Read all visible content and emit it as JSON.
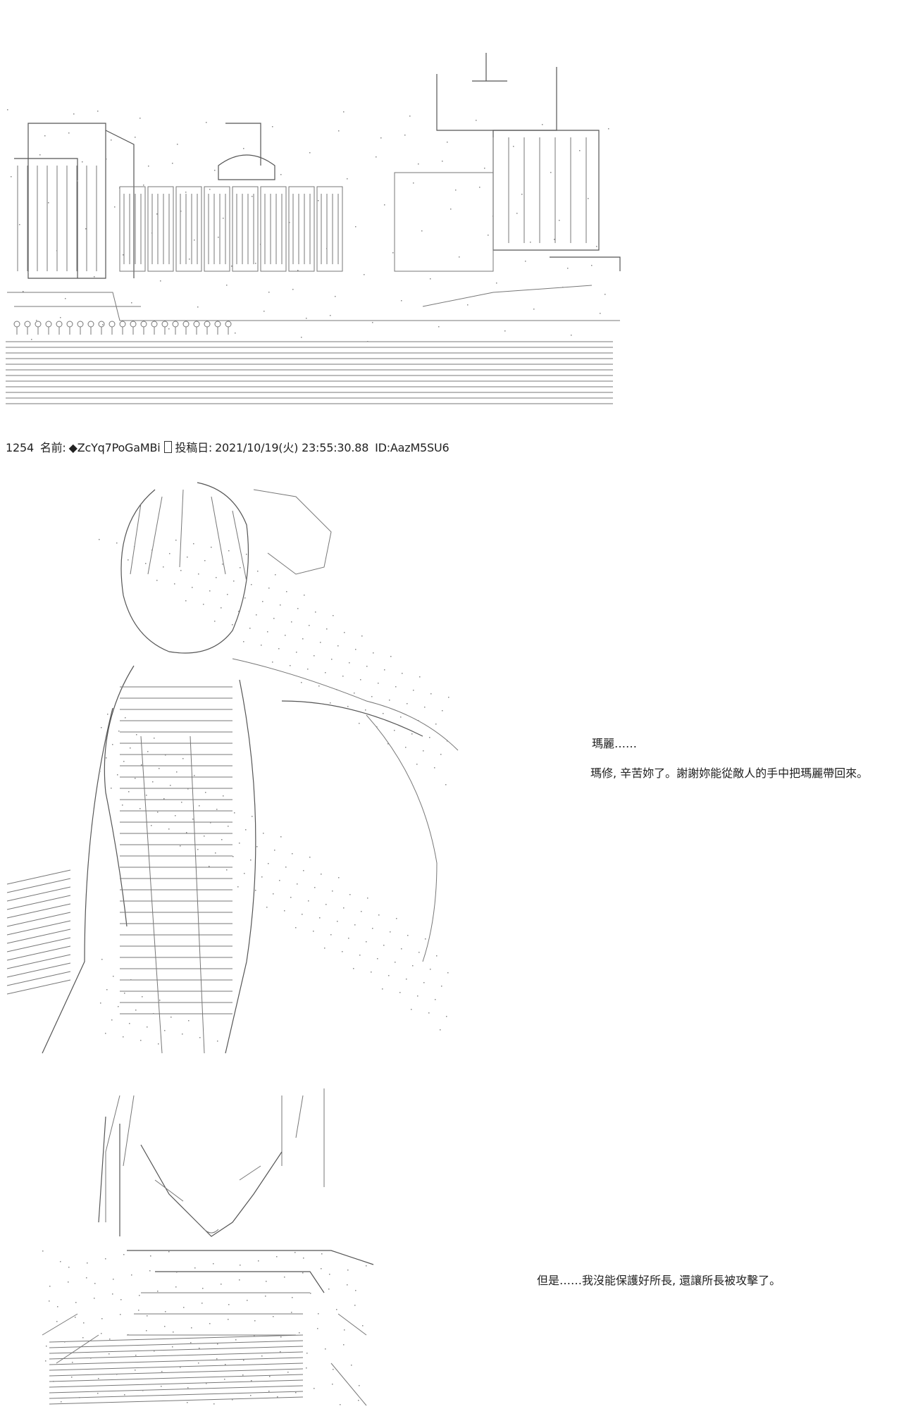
{
  "post": {
    "number": "1254",
    "name_label": "名前:",
    "name_value": "◆ZcYq7PoGaMBi",
    "date_label": "投稿日:",
    "date_value": "2021/10/19(火) 23:55:30.88",
    "id_value": "ID:AazM5SU6"
  },
  "dialogue": {
    "line1": "瑪麗……",
    "line2": "瑪修, 辛苦妳了。謝謝妳能從敵人的手中把瑪麗帶回來。",
    "line3": "但是……我沒能保護好所長, 還讓所長被攻擊了。"
  },
  "colors": {
    "text": "#222222",
    "art_stroke": "#555555",
    "background": "#ffffff"
  }
}
